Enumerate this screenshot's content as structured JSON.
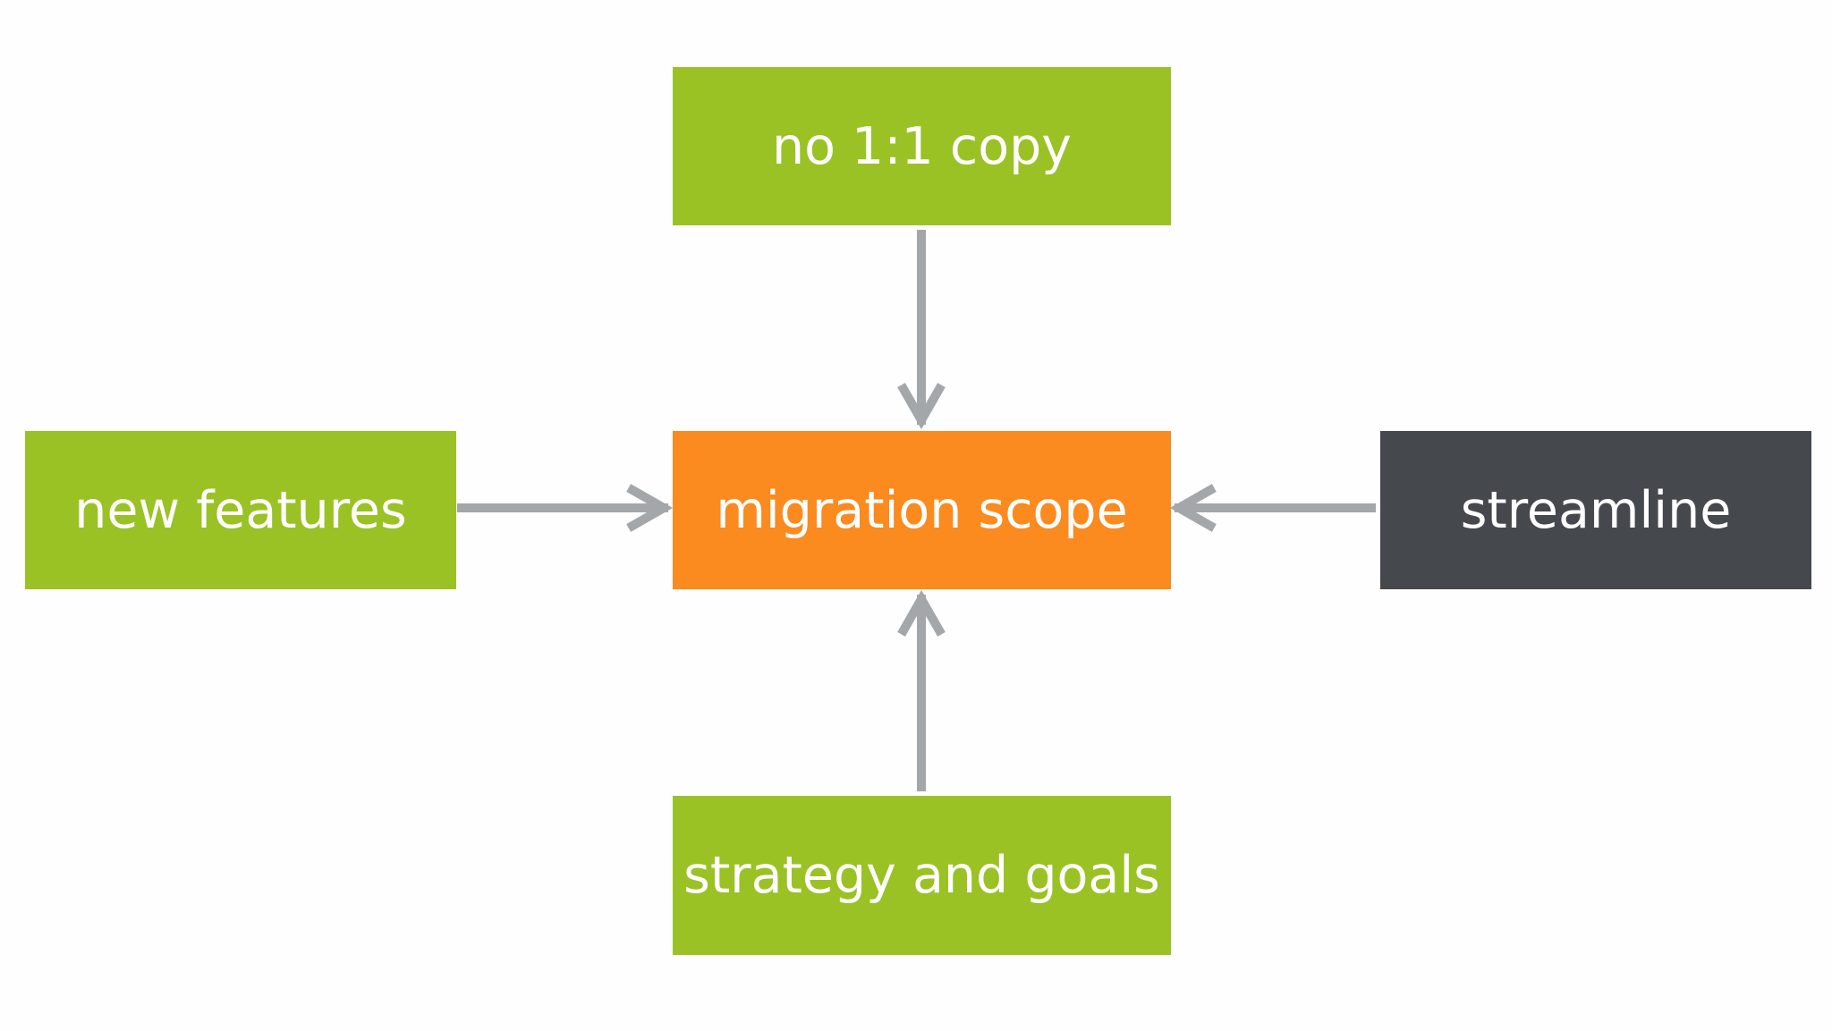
{
  "colors": {
    "background": "#fefefe",
    "green": "#9ac224",
    "orange": "#fb8a1f",
    "dark": "#45484d",
    "arrow": "#a4a7a9",
    "text": "#ffffff"
  },
  "nodes": {
    "top": {
      "label": "no 1:1 copy",
      "color": "green"
    },
    "left": {
      "label": "new features",
      "color": "green"
    },
    "center": {
      "label": "migration scope",
      "color": "orange"
    },
    "right": {
      "label": "streamline",
      "color": "dark"
    },
    "bottom": {
      "label": "strategy and goals",
      "color": "green"
    }
  },
  "edges": [
    {
      "from": "top",
      "to": "center"
    },
    {
      "from": "left",
      "to": "center"
    },
    {
      "from": "right",
      "to": "center"
    },
    {
      "from": "bottom",
      "to": "center"
    }
  ]
}
